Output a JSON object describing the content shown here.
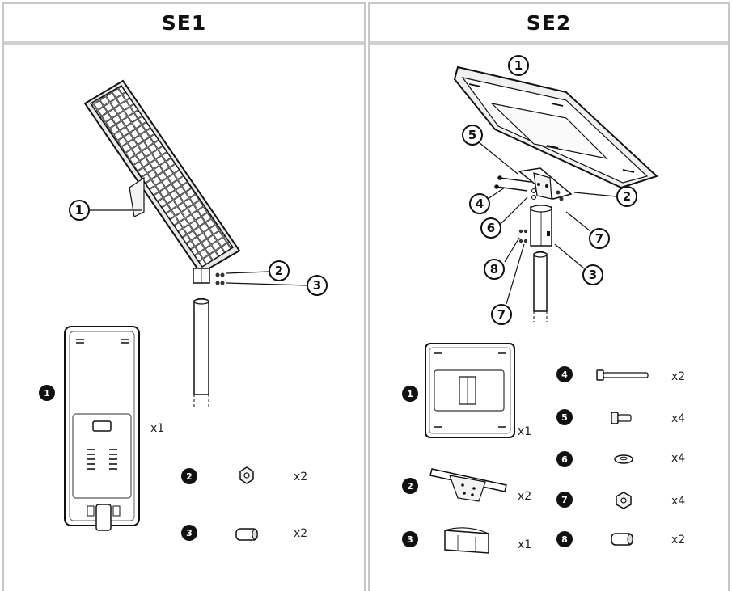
{
  "panels": [
    {
      "title": "SE1"
    },
    {
      "title": "SE2"
    }
  ],
  "se1": {
    "callouts": [
      "1",
      "2",
      "3"
    ],
    "parts": [
      {
        "num": "1",
        "qty": "x1"
      },
      {
        "num": "2",
        "qty": "x2"
      },
      {
        "num": "3",
        "qty": "x2"
      }
    ]
  },
  "se2": {
    "callouts": [
      "1",
      "5",
      "4",
      "2",
      "6",
      "7",
      "8",
      "3",
      "7"
    ],
    "parts": [
      {
        "num": "1",
        "qty": "x1"
      },
      {
        "num": "2",
        "qty": "x2"
      },
      {
        "num": "3",
        "qty": "x1"
      },
      {
        "num": "4",
        "qty": "x2"
      },
      {
        "num": "5",
        "qty": "x4"
      },
      {
        "num": "6",
        "qty": "x4"
      },
      {
        "num": "7",
        "qty": "x4"
      },
      {
        "num": "8",
        "qty": "x2"
      }
    ]
  }
}
